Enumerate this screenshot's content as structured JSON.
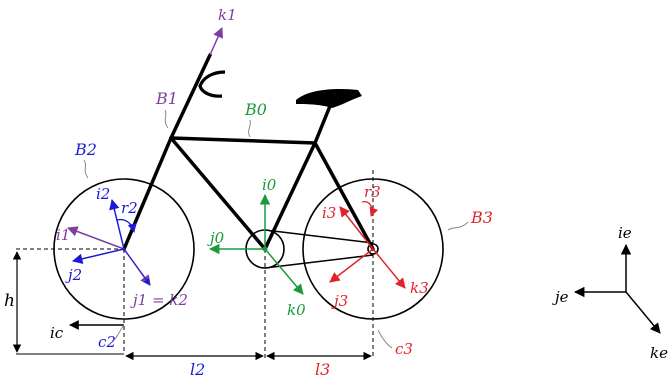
{
  "colors": {
    "frame": "#000000",
    "b0": "#1a9a3a",
    "b1": "#7b3fa0",
    "b2": "#1b1bd6",
    "b3": "#e0242a",
    "ref": "#000000"
  },
  "labels": {
    "b0": "B0",
    "b1": "B1",
    "b2": "B2",
    "b3": "B3",
    "k1": "k1",
    "i0": "i0",
    "j0": "j0",
    "k0": "k0",
    "i1": "i1",
    "j1_eq": "j1 = k2",
    "i2": "i2",
    "j2": "j2",
    "r2": "r2",
    "i3": "i3",
    "j3": "j3",
    "k3": "k3",
    "r3": "r3",
    "h": "h",
    "ic": "ic",
    "c2": "c2",
    "l2": "l2",
    "l3": "l3",
    "c3": "c3",
    "ie": "ie",
    "je": "je",
    "ke": "ke"
  }
}
